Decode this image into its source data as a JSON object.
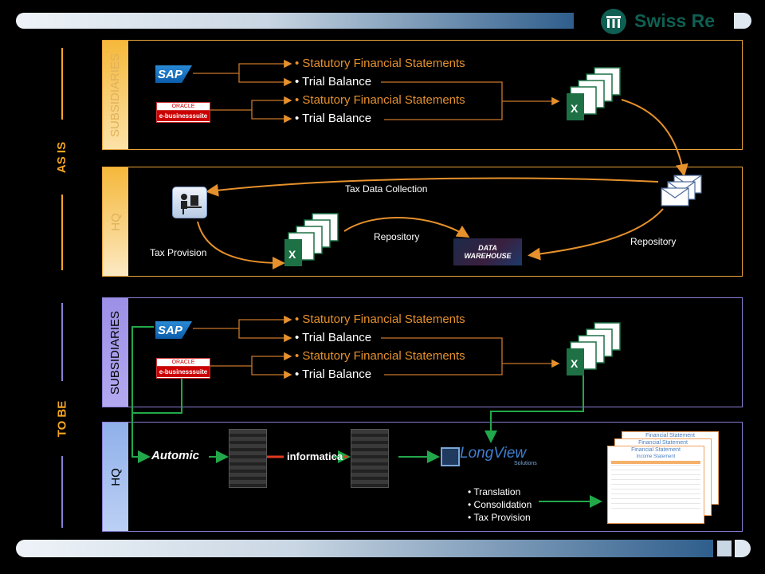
{
  "brand": {
    "name": "Swiss Re"
  },
  "sections": {
    "as_is": "AS IS",
    "to_be": "TO BE"
  },
  "panels": {
    "subsidiaries": "SUBSIDIARIES",
    "hq": "HQ"
  },
  "sources": {
    "sap": "SAP",
    "oracle_top": "ORACLE",
    "oracle_bottom": "e-businesssuite"
  },
  "statements": {
    "sfs": "Statutory Financial Statements",
    "tb": "Trial Balance"
  },
  "as_is_hq": {
    "tax_data_collection": "Tax Data Collection",
    "repository_left": "Repository",
    "repository_right": "Repository",
    "tax_provision": "Tax Provision",
    "dw_line1": "DATA",
    "dw_line2": "WAREHOUSE"
  },
  "to_be_hq": {
    "automic": "Automic",
    "informatica": "informatica",
    "longview": "LongView",
    "longview_sub": "Solutions",
    "bullets": [
      "Translation",
      "Consolidation",
      "Tax Provision"
    ],
    "report_title1": "Financial Statement",
    "report_title2": "Income Statement"
  },
  "colors": {
    "gold": "#f5a623",
    "orange": "#e6912c",
    "green": "#22a84a",
    "purple": "#8a7fd6",
    "excel": "#1e7145"
  }
}
